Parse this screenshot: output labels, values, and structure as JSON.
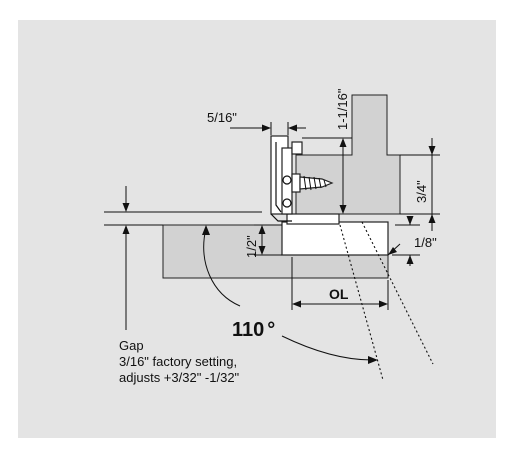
{
  "colors": {
    "background": "#ffffff",
    "panel": "#e4e4e4",
    "wood": "#d2d2d2",
    "line": "#111111"
  },
  "dimensions": {
    "hinge_width": "5/16\"",
    "hinge_height": "1-1/16\"",
    "side_panel_thickness": "3/4\"",
    "door_thickness": "1/2\"",
    "door_edge": "1/8\"",
    "overlay": "OL"
  },
  "opening_angle": {
    "value": "110",
    "unit": "°"
  },
  "gap_note": {
    "title": "Gap",
    "line1": "3/16\" factory setting,",
    "line2": "adjusts +3/32\" -1/32\""
  }
}
